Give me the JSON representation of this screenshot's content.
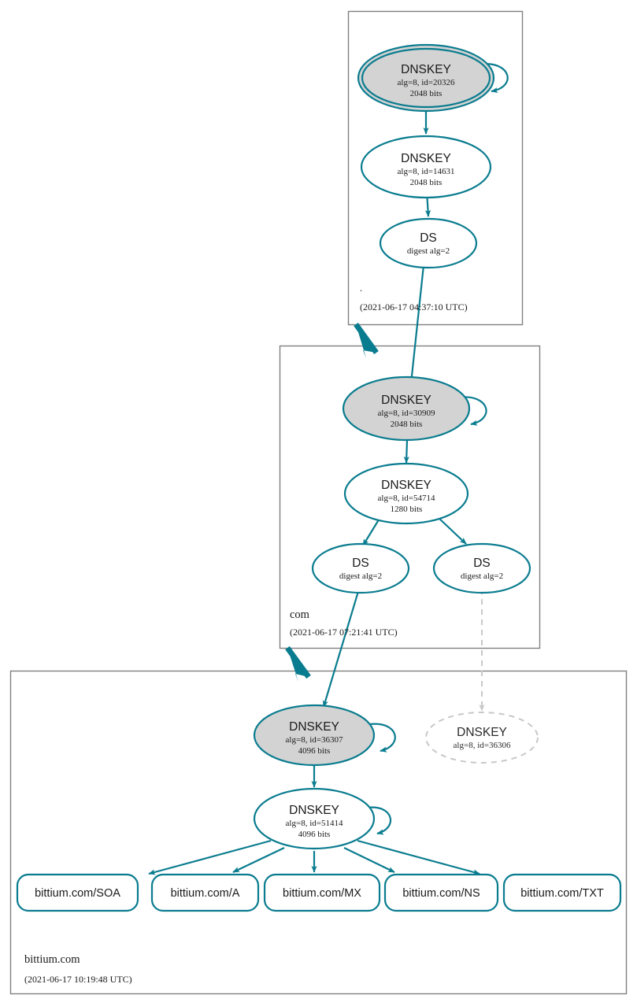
{
  "diagram": {
    "type": "dnssec-authentication-chain",
    "colors": {
      "accent": "#0a7c8f",
      "ksk_fill": "#d3d3d3",
      "zsk_fill": "#ffffff",
      "insecure": "#c8c8c8",
      "zone_border": "#808080"
    }
  },
  "zones": [
    {
      "id": "root",
      "label": ".",
      "timestamp": "(2021-06-17 04:37:10 UTC)",
      "nodes": [
        {
          "id": "root-ksk",
          "kind": "dnskey",
          "style": "trust-anchor",
          "title": "DNSKEY",
          "line2": "alg=8, id=20326",
          "line3": "2048 bits",
          "alg": 8,
          "key_id": 20326,
          "bits": 2048,
          "self_signed": true
        },
        {
          "id": "root-zsk",
          "kind": "dnskey",
          "style": "signed",
          "title": "DNSKEY",
          "line2": "alg=8, id=14631",
          "line3": "2048 bits",
          "alg": 8,
          "key_id": 14631,
          "bits": 2048,
          "self_signed": false
        },
        {
          "id": "root-ds",
          "kind": "ds",
          "style": "signed",
          "title": "DS",
          "line2": "digest alg=2",
          "line3": "",
          "digest_alg": 2
        }
      ]
    },
    {
      "id": "com",
      "label": "com",
      "timestamp": "(2021-06-17 07:21:41 UTC)",
      "nodes": [
        {
          "id": "com-ksk",
          "kind": "dnskey",
          "style": "ksk",
          "title": "DNSKEY",
          "line2": "alg=8, id=30909",
          "line3": "2048 bits",
          "alg": 8,
          "key_id": 30909,
          "bits": 2048,
          "self_signed": true
        },
        {
          "id": "com-zsk",
          "kind": "dnskey",
          "style": "signed",
          "title": "DNSKEY",
          "line2": "alg=8, id=54714",
          "line3": "1280 bits",
          "alg": 8,
          "key_id": 54714,
          "bits": 1280,
          "self_signed": false
        },
        {
          "id": "com-ds-1",
          "kind": "ds",
          "style": "signed",
          "title": "DS",
          "line2": "digest alg=2",
          "line3": "",
          "digest_alg": 2
        },
        {
          "id": "com-ds-2",
          "kind": "ds",
          "style": "signed",
          "title": "DS",
          "line2": "digest alg=2",
          "line3": "",
          "digest_alg": 2
        }
      ]
    },
    {
      "id": "bittium",
      "label": "bittium.com",
      "timestamp": "(2021-06-17 10:19:48 UTC)",
      "nodes": [
        {
          "id": "bit-ksk",
          "kind": "dnskey",
          "style": "ksk",
          "title": "DNSKEY",
          "line2": "alg=8, id=36307",
          "line3": "4096 bits",
          "alg": 8,
          "key_id": 36307,
          "bits": 4096,
          "self_signed": true
        },
        {
          "id": "bit-ghost",
          "kind": "dnskey",
          "style": "missing",
          "title": "DNSKEY",
          "line2": "alg=8, id=36306",
          "line3": "",
          "alg": 8,
          "key_id": 36306
        },
        {
          "id": "bit-zsk",
          "kind": "dnskey",
          "style": "signed",
          "title": "DNSKEY",
          "line2": "alg=8, id=51414",
          "line3": "4096 bits",
          "alg": 8,
          "key_id": 51414,
          "bits": 4096,
          "self_signed": true
        }
      ],
      "rrsets": [
        {
          "id": "rr-soa",
          "label": "bittium.com/SOA"
        },
        {
          "id": "rr-a",
          "label": "bittium.com/A"
        },
        {
          "id": "rr-mx",
          "label": "bittium.com/MX"
        },
        {
          "id": "rr-ns",
          "label": "bittium.com/NS"
        },
        {
          "id": "rr-txt",
          "label": "bittium.com/TXT"
        }
      ]
    }
  ]
}
